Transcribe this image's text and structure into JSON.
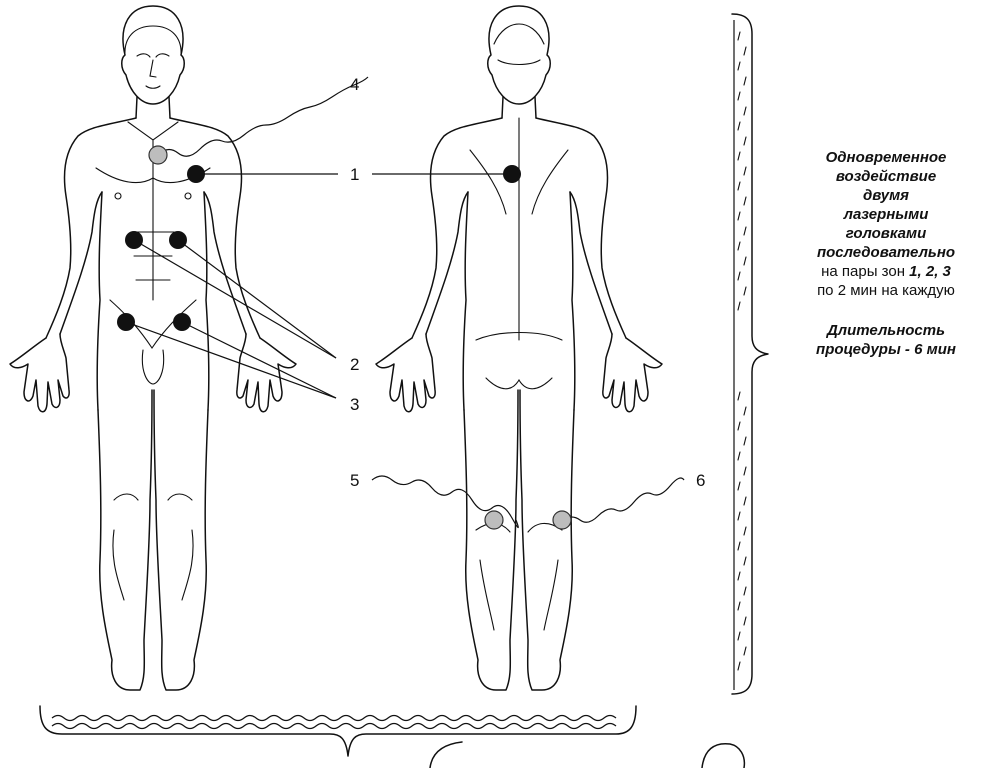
{
  "markers": {
    "n1": "1",
    "n2": "2",
    "n3": "3",
    "n4": "4",
    "n5": "5",
    "n6": "6"
  },
  "description": {
    "line1": "Одновременное",
    "line2": "воздействие",
    "line3": "двумя",
    "line4": "лазерными",
    "line5": "головками",
    "line6": "последовательно",
    "line7_prefix": "на пары зон ",
    "line7_zones": "1, 2, 3",
    "line8": "по 2 мин на каждую",
    "duration_line1": "Длительность",
    "duration_line2": "процедуры - 6 мин"
  },
  "colors": {
    "ink": "#111111",
    "dot_black": "#111111",
    "dot_gray": "#bdbdbd"
  }
}
